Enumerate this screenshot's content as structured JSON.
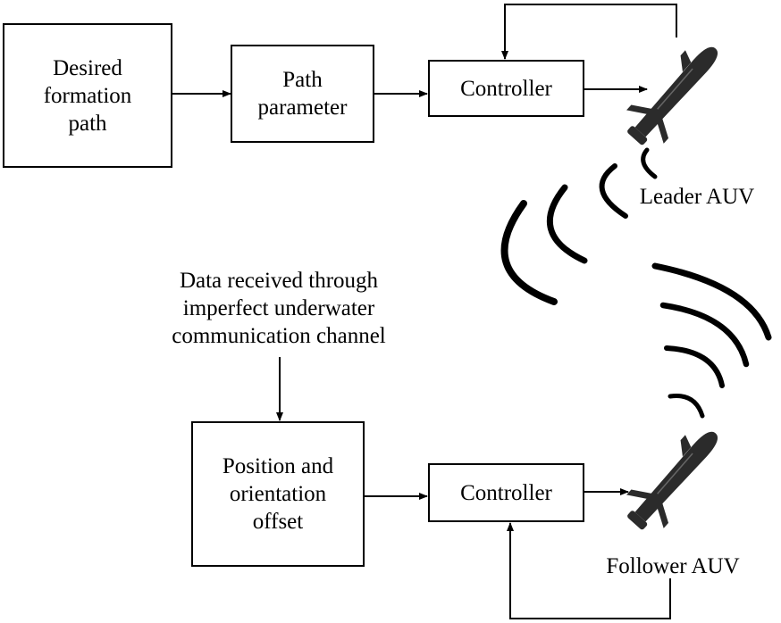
{
  "boxes": {
    "desired_path": {
      "lines": [
        "Desired",
        "formation",
        "path"
      ]
    },
    "path_parameter": {
      "lines": [
        "Path",
        "parameter"
      ]
    },
    "leader_controller": {
      "lines": [
        "Controller"
      ]
    },
    "position_offset": {
      "lines": [
        "Position and",
        "orientation",
        "offset"
      ]
    },
    "follower_controller": {
      "lines": [
        "Controller"
      ]
    }
  },
  "labels": {
    "leader_auv": "Leader AUV",
    "follower_auv": "Follower AUV",
    "data_received": [
      "Data received through",
      "imperfect underwater",
      "communication channel"
    ]
  },
  "colors": {
    "line": "#000000",
    "vehicle": "#2b2b2b",
    "background": "#ffffff"
  }
}
